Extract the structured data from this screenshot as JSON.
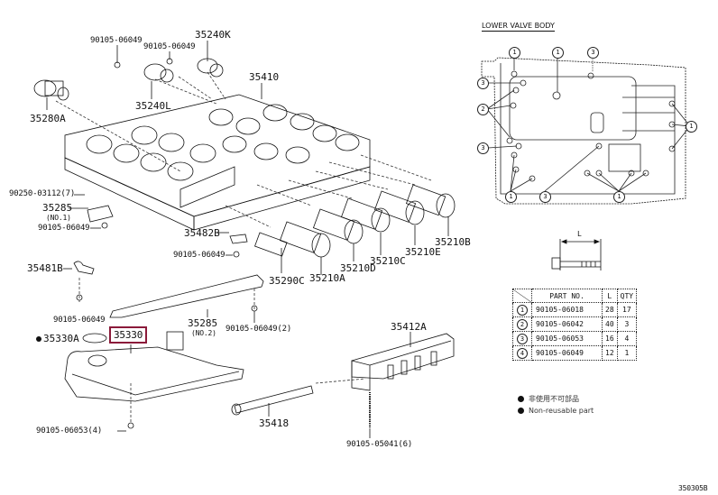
{
  "diagram": {
    "code": "350305B",
    "highlight_color": "#8b1a3a",
    "labels": {
      "bolt_top_left": "90105-06049",
      "bolt_top_mid": "90105-06049",
      "solenoid_k": "35240K",
      "solenoid_l": "35240L",
      "valve_body": "35410",
      "solenoid_a": "35280A",
      "pin": "90250-03112(7)",
      "plate_no1": "35285",
      "plate_no1_sub": "(NO.1)",
      "bolt_plate_no1": "90105-06049",
      "detent_b": "35482B",
      "bolt_detent_b": "90105-06049",
      "solenoid_c": "35290C",
      "sol_210a": "35210A",
      "sol_210d": "35210D",
      "sol_210c": "35210C",
      "sol_210e": "35210E",
      "sol_210b": "35210B",
      "bracket_b": "35481B",
      "bolt_bracket": "90105-06049",
      "plate_no2": "35285",
      "plate_no2_sub": "(NO.2)",
      "bolt_plate_no2": "90105-06049(2)",
      "oring": "35330A",
      "strainer": "35330",
      "bolt_strainer": "90105-06053(4)",
      "manual_valve": "35412A",
      "tube": "35418",
      "bolt_manual_valve": "90105-05041(6)"
    },
    "inset": {
      "title": "LOWER VALVE BODY",
      "callouts": [
        "1",
        "1",
        "3",
        "3",
        "2",
        "3",
        "1",
        "1",
        "3",
        "1"
      ]
    },
    "bolt_dimension_label": "L",
    "parts_table": {
      "headers": [
        "",
        "PART NO.",
        "L",
        "QTY"
      ],
      "rows": [
        {
          "index": "1",
          "part_no": "90105-06018",
          "length": "28",
          "qty": "17"
        },
        {
          "index": "2",
          "part_no": "90105-06042",
          "length": "40",
          "qty": "3"
        },
        {
          "index": "3",
          "part_no": "90105-06053",
          "length": "16",
          "qty": "4"
        },
        {
          "index": "4",
          "part_no": "90105-06049",
          "length": "12",
          "qty": "1"
        }
      ]
    },
    "legend": [
      {
        "symbol": "dot",
        "text": "非使用不可部品"
      },
      {
        "symbol": "dot",
        "text": "Non-reusable part"
      }
    ]
  }
}
